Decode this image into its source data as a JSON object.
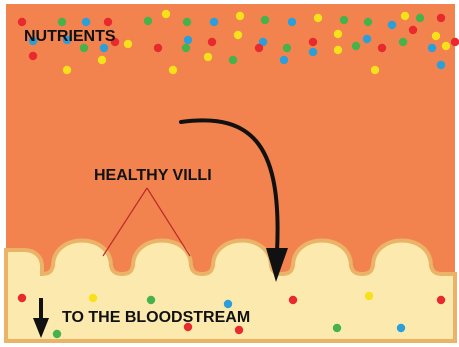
{
  "labels": {
    "nutrients": "NUTRIENTS",
    "villi": "HEALTHY VILLI",
    "bloodstream": "TO THE BLOODSTREAM"
  },
  "colors": {
    "lumen": "#f2824e",
    "wall": "#fce9ae",
    "wall_outline": "#eab368",
    "pointer": "#c0282a",
    "arrow": "#111111",
    "red": "#e8292e",
    "blue": "#2b9fd9",
    "green": "#46b34a",
    "yellow": "#f7e11b"
  },
  "icons": [
    "curved-arrow",
    "down-arrow"
  ]
}
